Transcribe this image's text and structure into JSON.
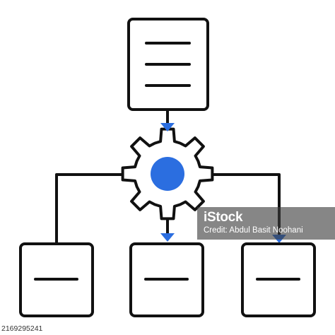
{
  "colors": {
    "stroke": "#111111",
    "accent": "#2b6ee0",
    "background": "#ffffff"
  },
  "diagram": {
    "nodes": [
      {
        "id": "top-document",
        "shape": "document-with-three-lines"
      },
      {
        "id": "center-gear",
        "shape": "gear-with-blue-dot"
      },
      {
        "id": "bottom-left-box",
        "shape": "box-with-one-line"
      },
      {
        "id": "bottom-middle-box",
        "shape": "box-with-one-line"
      },
      {
        "id": "bottom-right-box",
        "shape": "box-with-one-line"
      }
    ],
    "edges": [
      {
        "from": "top-document",
        "to": "center-gear",
        "arrow": "blue-triangle"
      },
      {
        "from": "center-gear",
        "to": "bottom-left-box",
        "arrow": "none"
      },
      {
        "from": "center-gear",
        "to": "bottom-middle-box",
        "arrow": "blue-triangle"
      },
      {
        "from": "center-gear",
        "to": "bottom-right-box",
        "arrow": "blue-triangle"
      }
    ]
  },
  "watermark": {
    "logo_text": "iStock",
    "credit": "Credit: Abdul Basit Noohani"
  },
  "image_id": "2169295241"
}
